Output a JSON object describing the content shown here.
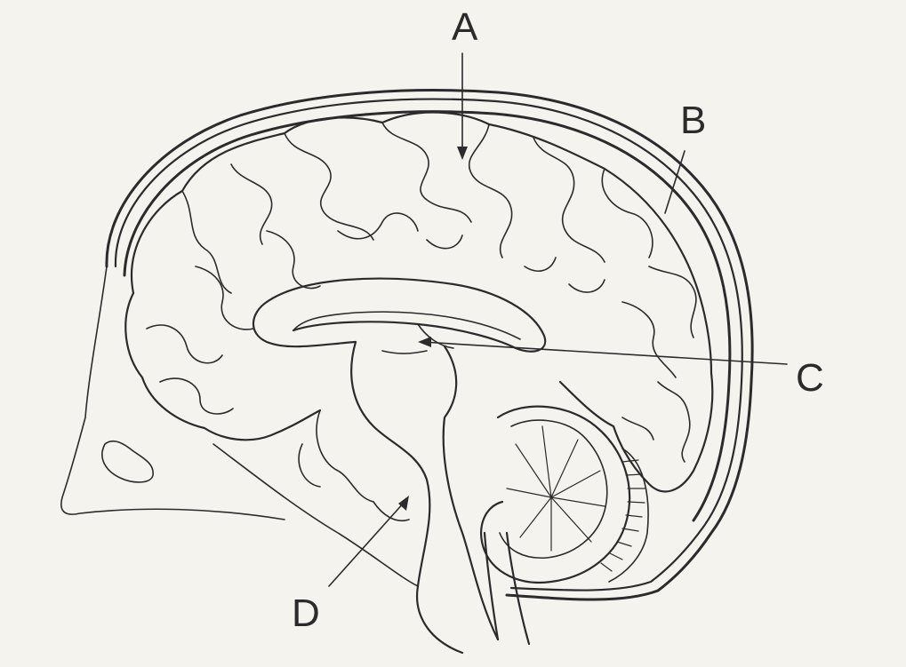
{
  "labels": {
    "a": "A",
    "b": "B",
    "c": "C",
    "d": "D"
  }
}
